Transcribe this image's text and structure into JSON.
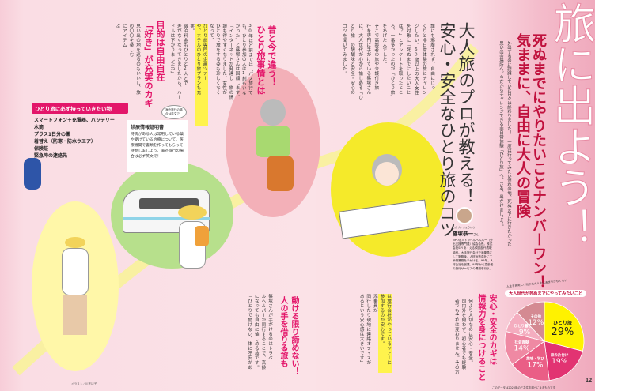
{
  "title": "旅に出よう！",
  "subtitle_lines": [
    "死ぬまでにやりたいことナンバーワン！",
    "気ままに、自由に大人の冒険"
  ],
  "intro": [
    "外出するのに躊躇していた日々は終わりました！ 一度は行ってみたい憧れの地、死ぬまでに行きたかった",
    "思い出の場所へ。今だからチャレンジできる非日常体験「ひとり旅」へ、さあ、出かけましょう。"
  ],
  "headline": [
    "大人旅のプロが教える！",
    "安心・安全なひとり旅のコツ"
  ],
  "lead_body": [
    "誰にも邪魔されず、自由にじっ",
    "くりと非日常体験の旅にチャレン",
    "ジしたい。60歳以上の大人女性",
    "を対象に「死ぬまでにしたいこと",
    "は？」とアンケートを取ったとこ",
    "ろ、一番多かったのが「ひとり旅」",
    "をあげた人でした。",
    "そこで高齢者の旅や介護付き旅",
    "行を専門に手がけている篠塚さん",
    "に、大人世代が心から愉しめる「ひ",
    "とり旅」の醍醐味と安全・安心の",
    "コツを聞いてみました。"
  ],
  "section1": {
    "heading": [
      "昔と今で違う！",
      "ひとり旅事情とは"
    ],
    "body": [
      "30年ほど前までは「パス旅行で",
      "も、ひとり参加の人は1割もいな",
      "かった」と篠塚さんは回顧します。",
      "「インターネットが発達し、旅の情",
      "報も得やすくなりました。女性が",
      "ひとりで旅をする姿も珍しくなく",
      "なって、",
      "ひとり旅専門の企画ツアー",
      "や、ホテルのひとり旅プランも充",
      "実。",
      "宿泊料金もひとりと2人とで",
      "差がなくなってきましたから、ハー",
      "ドルは下がりましたね」"
    ]
  },
  "section2": {
    "heading": [
      "目的は自由自在",
      "「好き」が充実のカギ"
    ],
    "body": [
      "思い出の地を巡るのもいいし、旅",
      "の〇〇を楽しむ",
      "にアイテム",
      "ぶ"
    ]
  },
  "checklist": {
    "title": "ひとり旅に必ず持っていきたい物",
    "items": [
      "スマートフォン＋充電器、バッテリー",
      "水筒",
      "プラス1日分の薬",
      "着替え（防寒・防水ウエア）",
      "保険証",
      "緊急時の連絡先"
    ]
  },
  "medical_note": {
    "title": "診療情報証明書",
    "body": "持病がある人は常用している薬や受けている治療について、医療機関で書類を作ってもらって持参しましょう。海外旅行の場合は必ず英文で！",
    "bubble": "海外旅行の場合は英文で"
  },
  "section3": {
    "heading": [
      "動ける限り諦めない！",
      "人の手を借りる旅も"
    ],
    "body": [
      "篠塚さんが手がけるのはトラベ",
      "ルヘルパーが同行することで、高齢",
      "になっても自由に愉しめる旅です。",
      "「ひとりで動けない、体に不安があ"
    ]
  },
  "section4": {
    "heading": [
      "安心・安全のカギは",
      "情報力を身につけること"
    ],
    "body": [
      "何より大切なのは安心・安全。",
      "国内外を問わず、初心者でも経験",
      "者でもそれは変わりません。その方"
    ],
    "body2": [
      "は旅行会社がやっているツアーに",
      "参加するのが安心です。",
      "添乗員が",
      "同行したり現地に連絡オフィスが",
      "あるという安心感は大きいです」"
    ]
  },
  "profile": {
    "ruby": "しのづか きょういち",
    "name": "篠塚恭一",
    "suffix": "さん",
    "bio": "NPO法人トラベルヘルパー（外出支援専門員）協会会長。株式会社SPI あ・える倶楽部代表取締役。大手旅行会社で添乗員として勤務後、人材派遣会社にて添乗業務を手がける。95年、人材会社を創業。95年から高齢者の旅行サービスの開発を行う。"
  },
  "chart_data": {
    "type": "pie",
    "title": "大人世代が死ぬまでにやってみたいこと",
    "callout": "人生を充実に！残された人生はあまり少なくない",
    "categories": [
      "ひとり旅",
      "家の片付け",
      "趣味・学び",
      "社会貢献",
      "ひとり暮らし",
      "その他"
    ],
    "values": [
      29,
      19,
      17,
      14,
      9,
      12
    ],
    "unit": "%",
    "colors": [
      "#fff200",
      "#e23372",
      "#ea5e86",
      "#ef89a3",
      "#f4adbf",
      "#d48a92"
    ],
    "source": "このデータは2020年の三井住友調べによるものです"
  },
  "page_number": "12",
  "illustration_credit": "イラスト／川下ほ子"
}
